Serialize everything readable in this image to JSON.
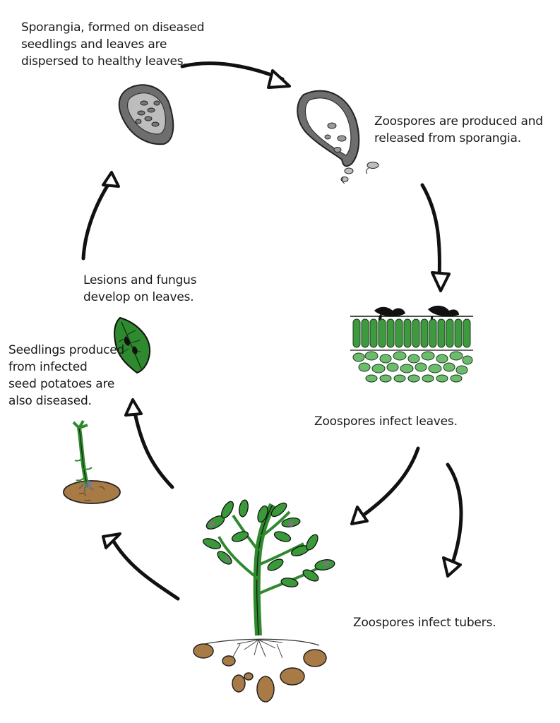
{
  "diagram": {
    "type": "life-cycle",
    "stages": [
      {
        "id": "sporangia",
        "lines": [
          "Sporangia, formed on diseased",
          "seedlings and leaves  are",
          "dispersed to healthy leaves."
        ],
        "icon": "sporangium-icon"
      },
      {
        "id": "zoospores-produced",
        "lines": [
          "Zoospores are produced and",
          "released from sporangia."
        ],
        "icon": "releasing-sporangium-icon"
      },
      {
        "id": "infect-leaves",
        "lines": [
          "Zoospores infect leaves."
        ],
        "icon": "leaf-tissue-icon"
      },
      {
        "id": "infect-tubers",
        "lines": [
          "Zoospores infect tubers."
        ],
        "icon": "potato-plant-icon"
      },
      {
        "id": "seedlings",
        "lines": [
          "Seedlings produced",
          "from infected",
          "seed potatoes are",
          "also diseased."
        ],
        "icon": "seedling-icon"
      },
      {
        "id": "lesions",
        "lines": [
          "Lesions and fungus",
          "develop on leaves."
        ],
        "icon": "diseased-leaf-icon"
      }
    ],
    "colors": {
      "ink": "#111111",
      "leaf_green": "#2f8a2f",
      "dark_green": "#1e5e1e",
      "tuber_brown": "#a87a45",
      "sporangium_gray": "#7a7a7a"
    }
  }
}
